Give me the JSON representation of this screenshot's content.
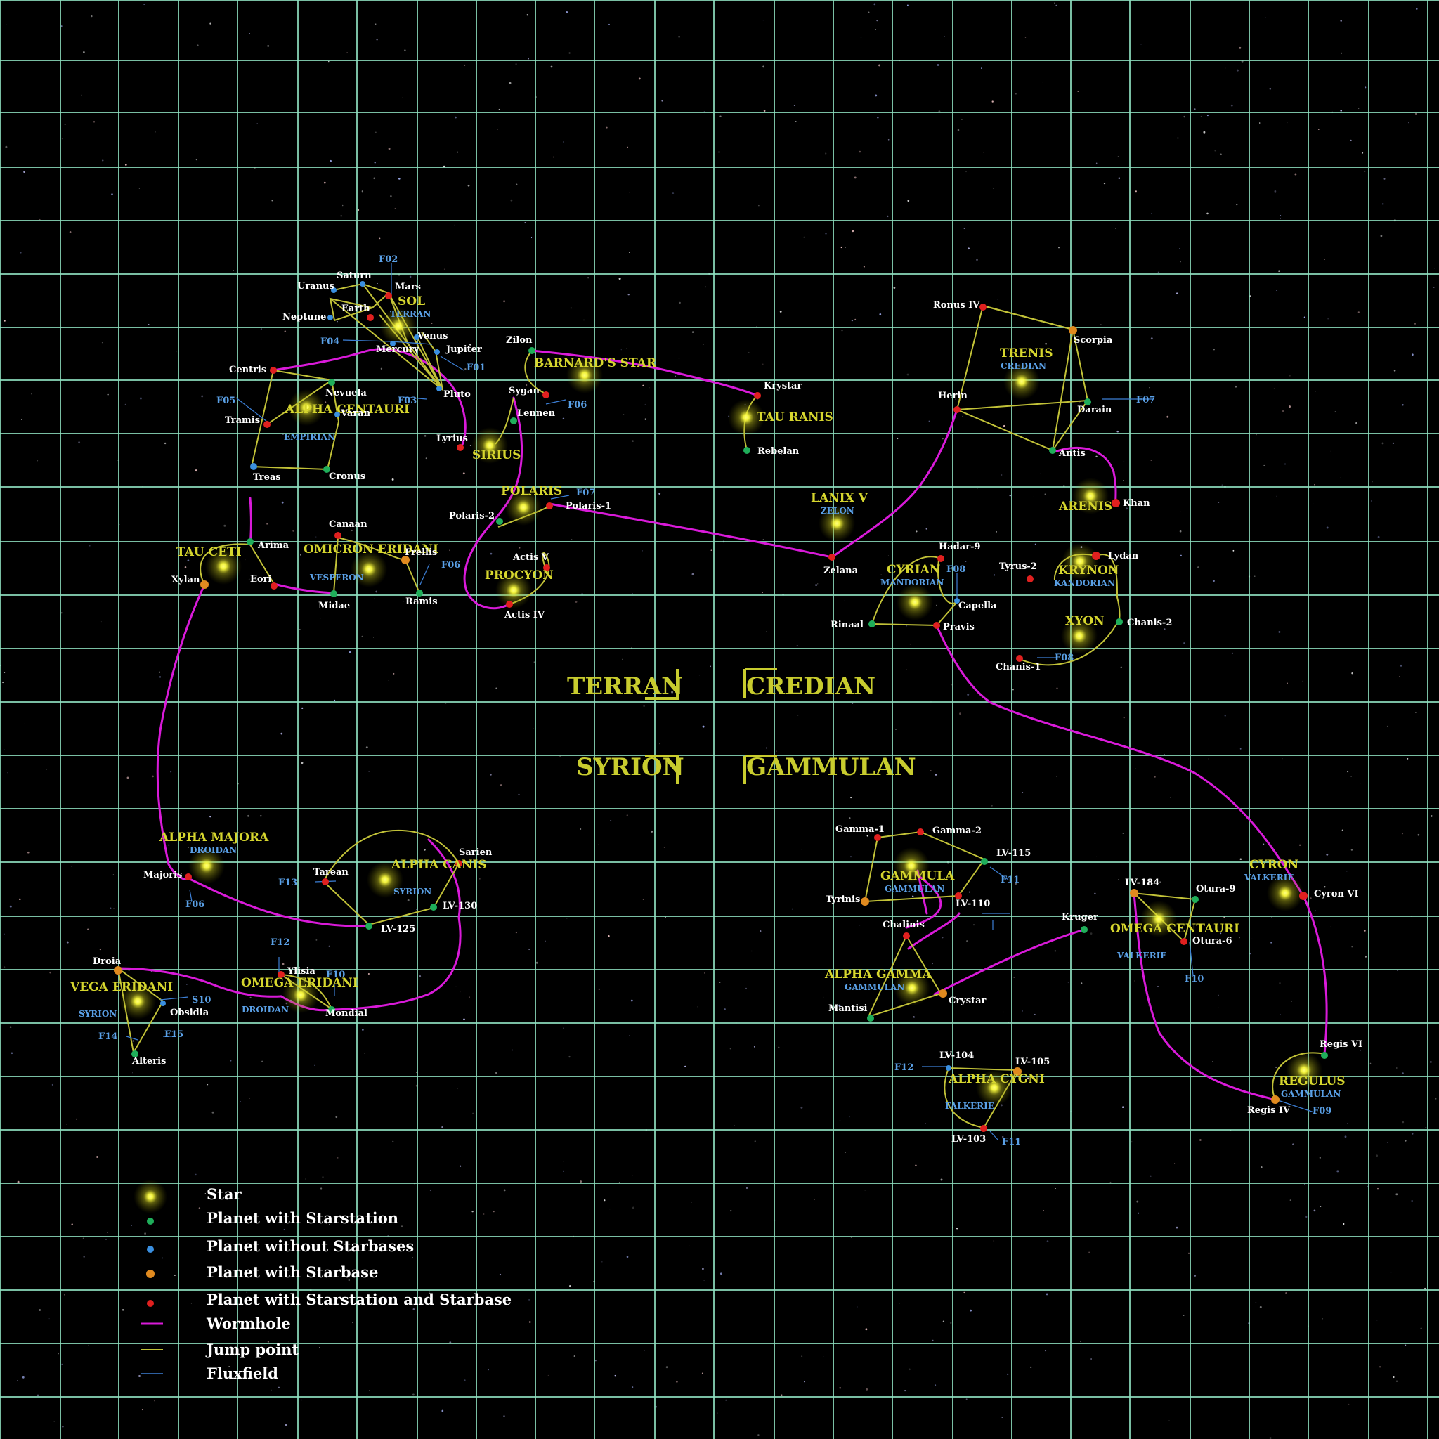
{
  "colors": {
    "background": "#000000",
    "grid": "#8fe0c0",
    "wormhole": "#d91ad9",
    "jump_point": "#c2c238",
    "fluxfield": "#3c7fd6",
    "star_label": "#d6d62e",
    "faction_label": "#5aa0e6",
    "planet_label": "#ffffff",
    "region_label": "#c8cc2e"
  },
  "planet_types": {
    "starstation": "#1fae5a",
    "none": "#3a8fe0",
    "starbase": "#e08a1f",
    "both": "#e0201f"
  },
  "regions": [
    "TERRAN",
    "CREDIAN",
    "SYRION",
    "GAMMULAN"
  ],
  "stars": [
    {
      "name": "SOL",
      "faction": "TERRAN"
    },
    {
      "name": "ALPHA CENTAURI",
      "faction": "EMPIRIAN"
    },
    {
      "name": "BARNARD'S STAR",
      "faction": ""
    },
    {
      "name": "SIRIUS",
      "faction": ""
    },
    {
      "name": "TAU RANIS",
      "faction": ""
    },
    {
      "name": "TRENIS",
      "faction": "CREDIAN"
    },
    {
      "name": "POLARIS",
      "faction": ""
    },
    {
      "name": "TAU CETI",
      "faction": ""
    },
    {
      "name": "OMICRON ERIDANI",
      "faction": "VESPERON"
    },
    {
      "name": "PROCYON",
      "faction": ""
    },
    {
      "name": "LANIX V",
      "faction": "ZELON"
    },
    {
      "name": "ARENIS",
      "faction": ""
    },
    {
      "name": "CYRIAN",
      "faction": "MANDORIAN"
    },
    {
      "name": "KRYNON",
      "faction": "KANDORIAN"
    },
    {
      "name": "XYON",
      "faction": ""
    },
    {
      "name": "ALPHA MAJORA",
      "faction": "DROIDAN"
    },
    {
      "name": "ALPHA CANIS",
      "faction": "SYRION"
    },
    {
      "name": "VEGA ERIDANI",
      "faction": "SYRION"
    },
    {
      "name": "OMEGA ERIDANI",
      "faction": "DROIDAN"
    },
    {
      "name": "GAMMULA",
      "faction": "GAMMULAN"
    },
    {
      "name": "CYRON",
      "faction": "VALKERIE"
    },
    {
      "name": "OMEGA CENTAURI",
      "faction": "VALKERIE"
    },
    {
      "name": "ALPHA GAMMA",
      "faction": "GAMMULAN"
    },
    {
      "name": "ALPHA CYGNI",
      "faction": "FALKERIE"
    },
    {
      "name": "REGULUS",
      "faction": "GAMMULAN"
    }
  ],
  "planets": [
    {
      "name": "Uranus",
      "type": "none"
    },
    {
      "name": "Saturn",
      "type": "none"
    },
    {
      "name": "Mars",
      "type": "both"
    },
    {
      "name": "Earth",
      "type": "both"
    },
    {
      "name": "Neptune",
      "type": "none"
    },
    {
      "name": "Venus",
      "type": "none"
    },
    {
      "name": "Mercury",
      "type": "none"
    },
    {
      "name": "Jupiter",
      "type": "none"
    },
    {
      "name": "Pluto",
      "type": "none"
    },
    {
      "name": "Centris",
      "type": "both"
    },
    {
      "name": "Nevuela",
      "type": "starstation"
    },
    {
      "name": "Varan",
      "type": "none"
    },
    {
      "name": "Tramis",
      "type": "both"
    },
    {
      "name": "Treas",
      "type": "none"
    },
    {
      "name": "Cronus",
      "type": "starstation"
    },
    {
      "name": "Zilon",
      "type": "starstation"
    },
    {
      "name": "Sygan",
      "type": "both"
    },
    {
      "name": "Lennen",
      "type": "starstation"
    },
    {
      "name": "Lyrius",
      "type": "both"
    },
    {
      "name": "Krystar",
      "type": "both"
    },
    {
      "name": "Rebelan",
      "type": "starstation"
    },
    {
      "name": "Ronus IV",
      "type": "both"
    },
    {
      "name": "Scorpia",
      "type": "starbase"
    },
    {
      "name": "Herin",
      "type": "both"
    },
    {
      "name": "Darain",
      "type": "starstation"
    },
    {
      "name": "Antis",
      "type": "starstation"
    },
    {
      "name": "Khan",
      "type": "both"
    },
    {
      "name": "Polaris-2",
      "type": "starstation"
    },
    {
      "name": "Polaris-1",
      "type": "both"
    },
    {
      "name": "Arima",
      "type": "starstation"
    },
    {
      "name": "Xylan",
      "type": "starbase"
    },
    {
      "name": "Eori",
      "type": "both"
    },
    {
      "name": "Canaan",
      "type": "both"
    },
    {
      "name": "Frellis",
      "type": "starbase"
    },
    {
      "name": "Midae",
      "type": "starstation"
    },
    {
      "name": "Ramis",
      "type": "starstation"
    },
    {
      "name": "Actis V",
      "type": "both"
    },
    {
      "name": "Actis IV",
      "type": "both"
    },
    {
      "name": "Zelana",
      "type": "both"
    },
    {
      "name": "Hadar-9",
      "type": "both"
    },
    {
      "name": "Tyrus-2",
      "type": "both"
    },
    {
      "name": "Lydan",
      "type": "both"
    },
    {
      "name": "Capella",
      "type": "none"
    },
    {
      "name": "Rinaal",
      "type": "starstation"
    },
    {
      "name": "Pravis",
      "type": "both"
    },
    {
      "name": "Chanis-2",
      "type": "starstation"
    },
    {
      "name": "Chanis-1",
      "type": "both"
    },
    {
      "name": "Majoris",
      "type": "both"
    },
    {
      "name": "Tarean",
      "type": "both"
    },
    {
      "name": "Sarien",
      "type": "both"
    },
    {
      "name": "LV-130",
      "type": "starstation"
    },
    {
      "name": "LV-125",
      "type": "starstation"
    },
    {
      "name": "Droia",
      "type": "starbase"
    },
    {
      "name": "Obsidia",
      "type": "none"
    },
    {
      "name": "Alteris",
      "type": "starstation"
    },
    {
      "name": "Ylisia",
      "type": "both"
    },
    {
      "name": "Mondial",
      "type": "starstation"
    },
    {
      "name": "Gamma-1",
      "type": "both"
    },
    {
      "name": "Gamma-2",
      "type": "both"
    },
    {
      "name": "LV-115",
      "type": "starstation"
    },
    {
      "name": "Tyrinis",
      "type": "starbase"
    },
    {
      "name": "LV-110",
      "type": "both"
    },
    {
      "name": "Chalinis",
      "type": "both"
    },
    {
      "name": "Crystar",
      "type": "starbase"
    },
    {
      "name": "Mantisi",
      "type": "starstation"
    },
    {
      "name": "Kruger",
      "type": "starstation"
    },
    {
      "name": "LV-184",
      "type": "starbase"
    },
    {
      "name": "Otura-9",
      "type": "starstation"
    },
    {
      "name": "Otura-6",
      "type": "both"
    },
    {
      "name": "Cyron VI",
      "type": "both"
    },
    {
      "name": "LV-104",
      "type": "none"
    },
    {
      "name": "LV-105",
      "type": "starbase"
    },
    {
      "name": "LV-103",
      "type": "both"
    },
    {
      "name": "Regis VI",
      "type": "starstation"
    },
    {
      "name": "Regis IV",
      "type": "starbase"
    }
  ],
  "fluxfields": [
    "F02",
    "F04",
    "F01",
    "F03",
    "F05",
    "F06",
    "F07",
    "F07",
    "F06",
    "F08",
    "F08",
    "F13",
    "F06",
    "F12",
    "F10",
    "S10",
    "F14",
    "F15",
    "F11",
    "F10",
    "F12",
    "F11",
    "F09"
  ],
  "legend": [
    {
      "label": "Star",
      "symbol": "star"
    },
    {
      "label": "Planet with Starstation",
      "symbol": "starstation"
    },
    {
      "label": "Planet without Starbases",
      "symbol": "none"
    },
    {
      "label": "Planet with Starbase",
      "symbol": "starbase"
    },
    {
      "label": "Planet with Starstation and Starbase",
      "symbol": "both"
    },
    {
      "label": "Wormhole",
      "symbol": "wormhole"
    },
    {
      "label": "Jump point",
      "symbol": "jump"
    },
    {
      "label": "Fluxfield",
      "symbol": "flux"
    }
  ]
}
